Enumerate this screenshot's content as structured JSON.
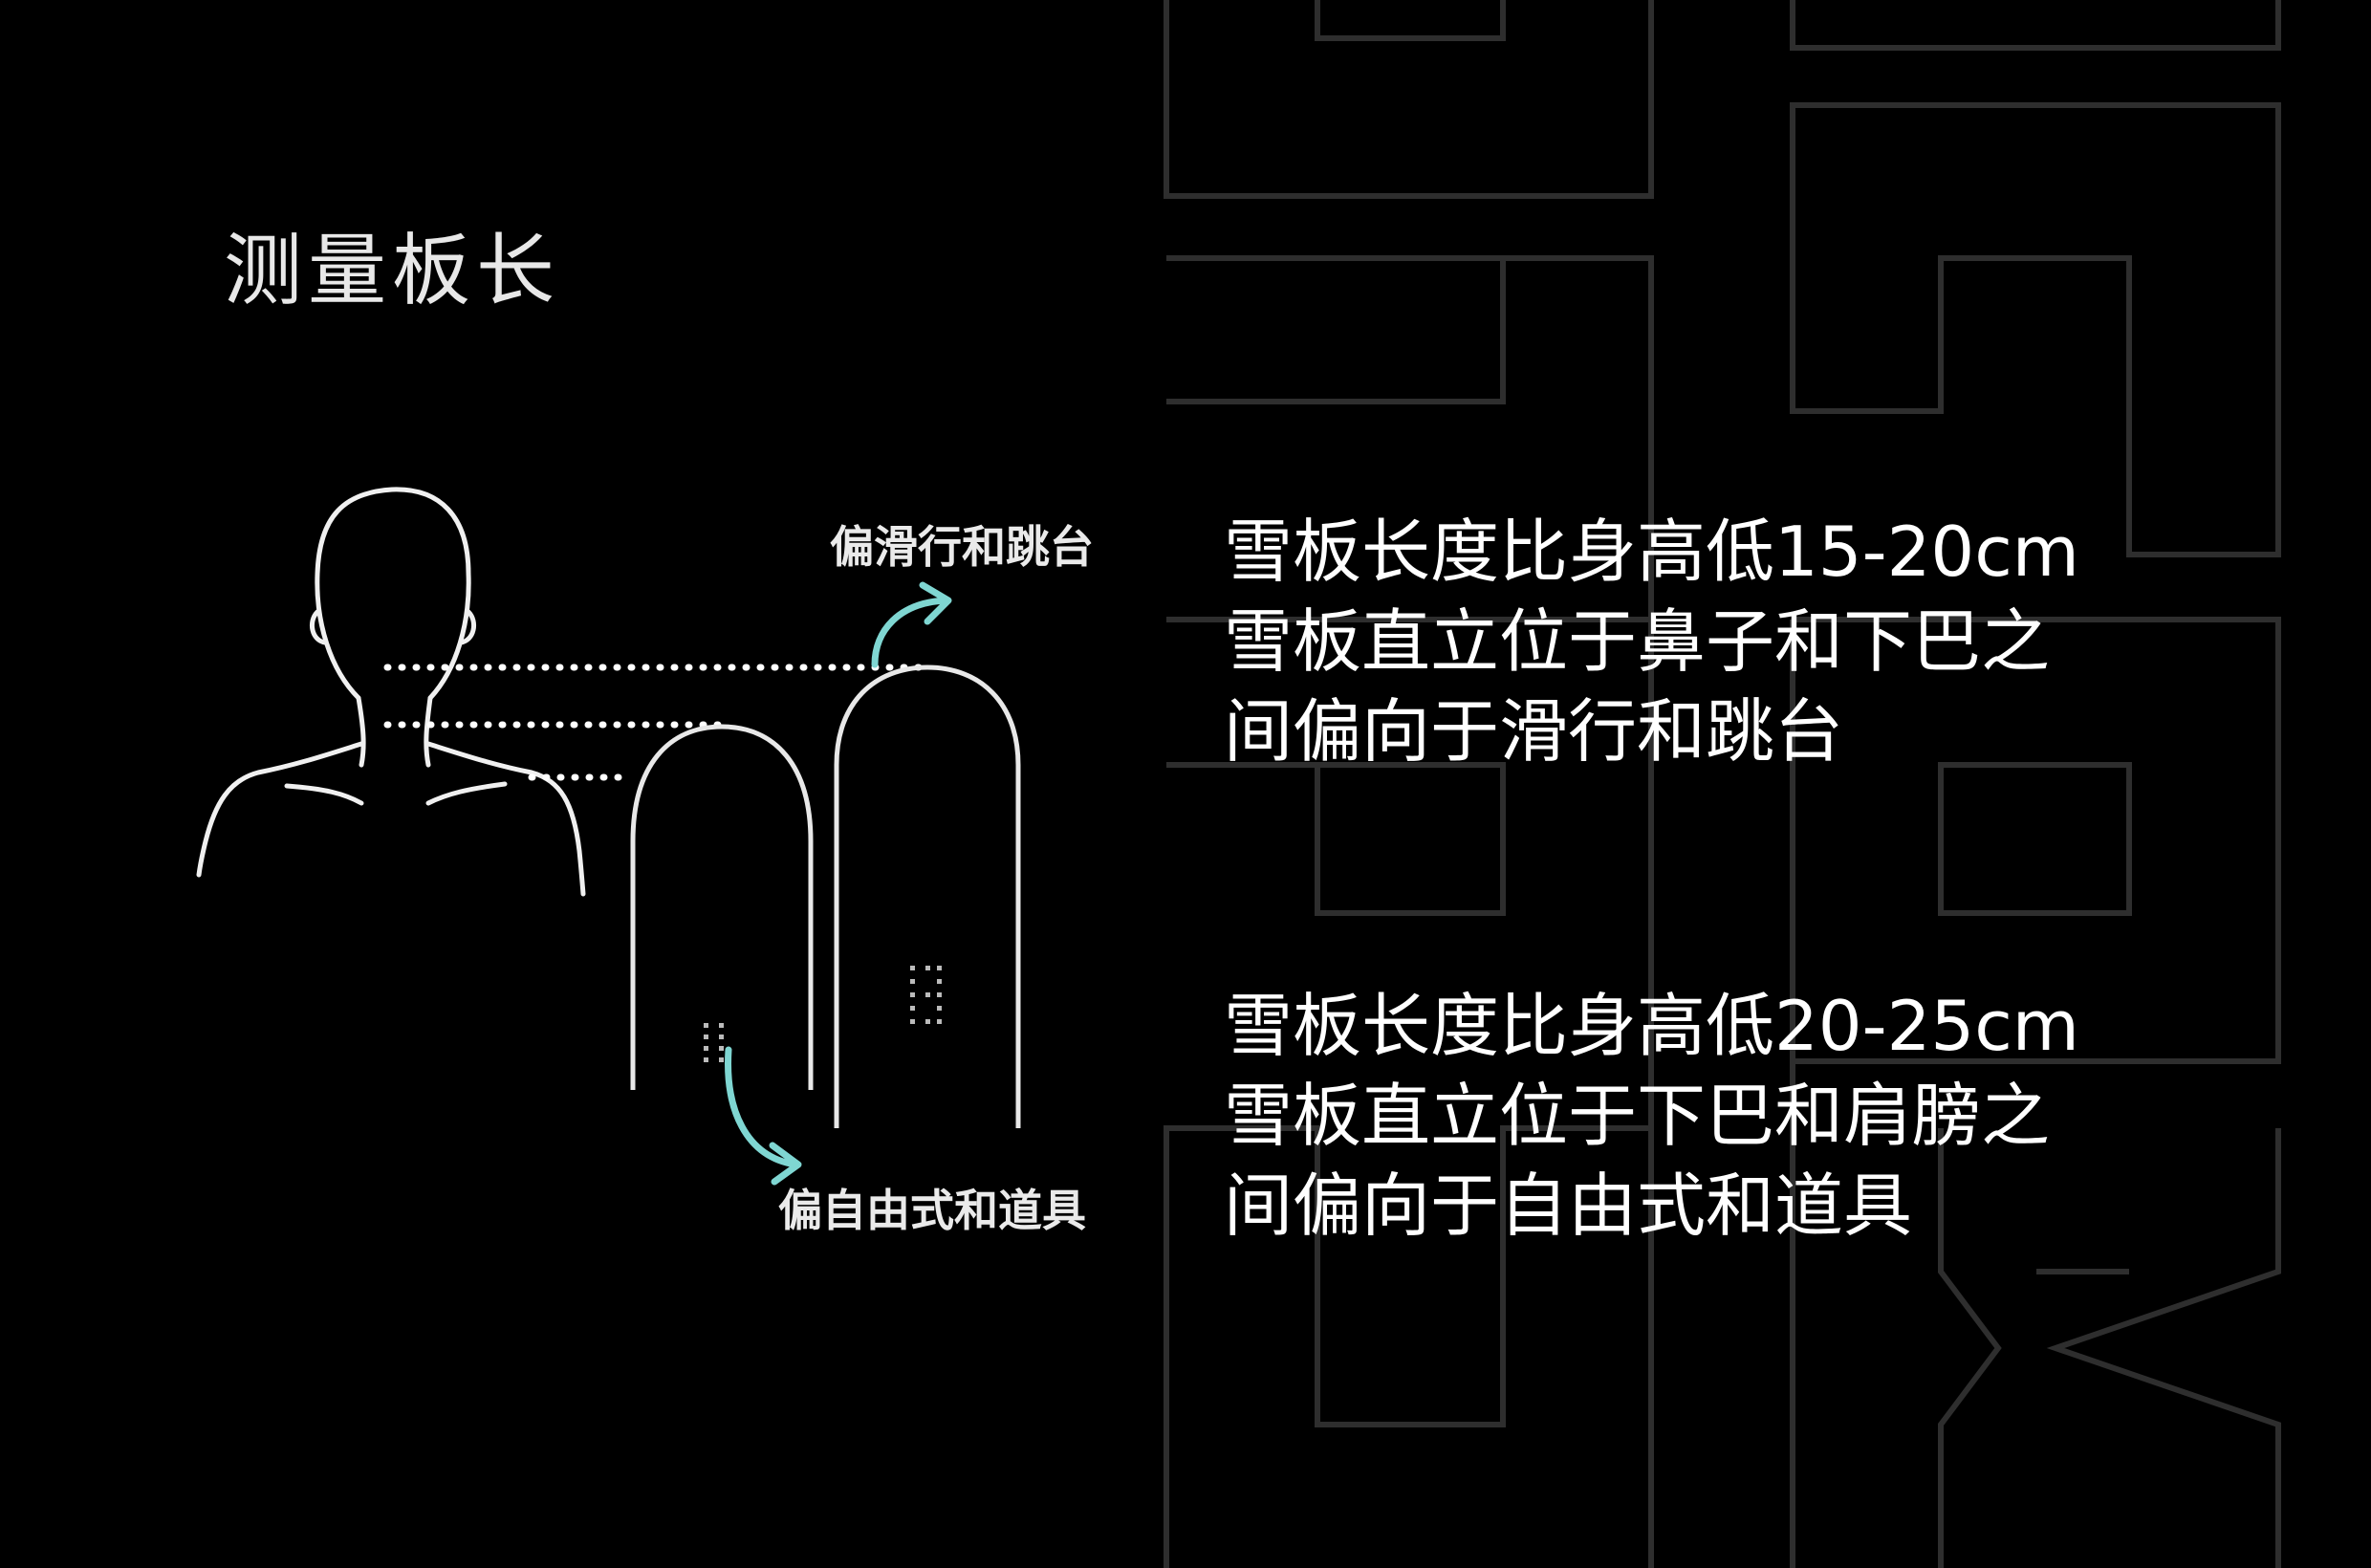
{
  "title": "测量板长",
  "callouts": {
    "top": "偏滑行和跳台",
    "bottom": "偏自由式和道具"
  },
  "descriptions": [
    {
      "lines": [
        "雪板长度比身高低15-20cm",
        "雪板直立位于鼻子和下巴之",
        "间偏向于滑行和跳台"
      ]
    },
    {
      "lines": [
        "雪板长度比身高低20-25cm",
        "雪板直立位于下巴和肩膀之",
        "间偏向于自由式和道具"
      ]
    }
  ],
  "colors": {
    "background": "#000000",
    "outline": "#f0f0f0",
    "arrow": "#7fd6d2",
    "watermark": "#2e2e2e",
    "text": "#ffffff"
  },
  "icons": {
    "figure": "person-silhouette-icon",
    "board_short": "snowboard-short-icon",
    "board_long": "snowboard-long-icon",
    "arrow_up": "curved-arrow-up-icon",
    "arrow_down": "curved-arrow-down-icon"
  }
}
